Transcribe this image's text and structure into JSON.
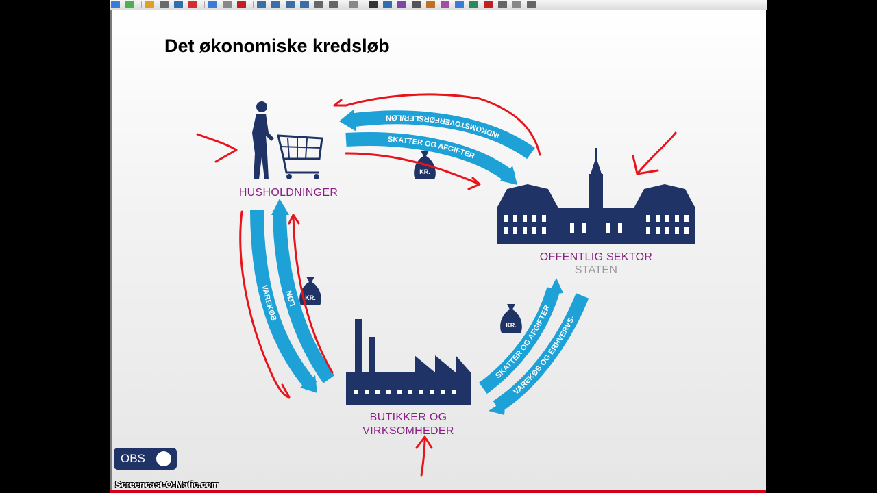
{
  "slide": {
    "title": "Det økonomiske kredsløb",
    "nodes": {
      "households": "HUSHOLDNINGER",
      "public_sector": "OFFENTLIG SEKTOR",
      "public_sector_sub": "STATEN",
      "business_line1": "BUTIKKER OG",
      "business_line2": "VIRKSOMHEDER"
    },
    "flows": {
      "transfers": "INDKOMSTOVERFØRSLER/LØN",
      "taxes_households": "SKATTER OG AFGIFTER",
      "purchases": "VAREKØB",
      "wages": "LØN",
      "taxes_business": "SKATTER OG AFGIFTER",
      "business_purchases": "VAREKØB OG ERHVERVS-"
    },
    "money_bag_label": "KR.",
    "obs_label": "OBS"
  },
  "recorder": {
    "watermark": "Screencast-O-Matic.com"
  },
  "colors": {
    "accent_purple": "#8b1e85",
    "flow_blue": "#1ea1d6",
    "navy": "#1f3366",
    "annotation_red": "#e8141b"
  },
  "toolbar": {
    "icons": [
      "new-icon",
      "add-icon",
      "open-folder-icon",
      "save-icon",
      "copy-icon",
      "delete-icon",
      "undo-icon",
      "redo-icon",
      "close-icon",
      "screen-icon",
      "monitor-icon",
      "monitor-icon",
      "monitor-icon",
      "camera-icon",
      "presenter-icon",
      "table-icon",
      "pointer-icon",
      "pen-icon",
      "highlighter-icon",
      "line-icon",
      "eraser-icon",
      "brush-icon",
      "magic-icon",
      "globe-icon",
      "text-icon",
      "lines-icon",
      "compass-icon",
      "arrow-icon"
    ]
  }
}
